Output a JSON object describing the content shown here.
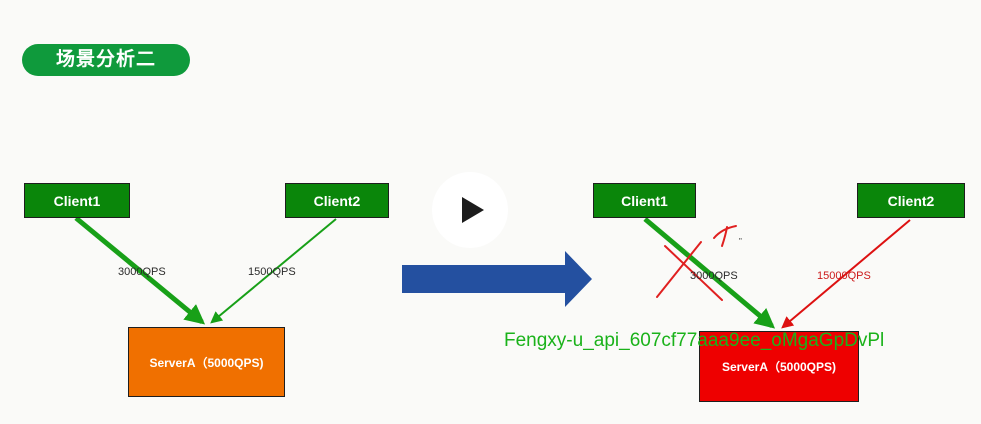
{
  "title": "场景分析二",
  "before": {
    "client1": "Client1",
    "client2": "Client2",
    "server": "ServerA（5000QPS)",
    "qps1": "3000QPS",
    "qps2": "1500QPS"
  },
  "after": {
    "client1": "Client1",
    "client2": "Client2",
    "server": "ServerA（5000QPS)",
    "qps1": "3000QPS",
    "qps2": "15000QPS"
  },
  "watermark": "Fengxy-u_api_607cf77aaa9ee_oMgaGpDvPl",
  "small_mark": "\"",
  "colors": {
    "client": "#0a860a",
    "server_ok": "#f07000",
    "server_overload": "#ee0000",
    "arrow_green": "#18a018",
    "arrow_red": "#dd1111",
    "big_arrow": "#2450a0",
    "handwriting": "#e02020",
    "title_bg": "#0f9a3c"
  },
  "icons": {
    "play": "play-icon",
    "transition": "right-arrow-icon",
    "annotation": "x-mark-icon"
  }
}
